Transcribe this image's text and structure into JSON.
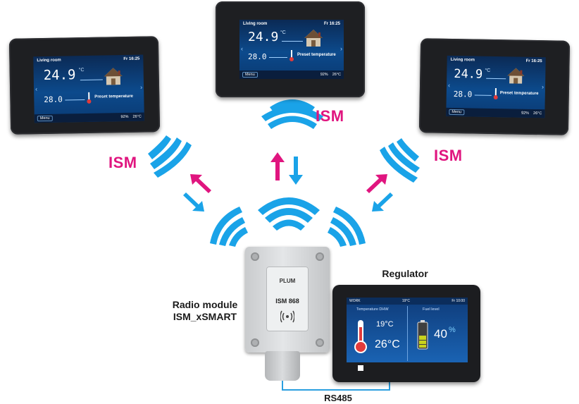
{
  "labels": {
    "ism": "ISM",
    "radio_module_line1": "Radio module",
    "radio_module_line2": "ISM_xSMART",
    "regulator": "Regulator",
    "rs485": "RS485"
  },
  "thermostat": {
    "room": "Living room",
    "time": "Fr 16:25",
    "current_temp": "24.9",
    "deg_unit": "°C",
    "preset_value": "28.0",
    "preset_label": "Preset temperature",
    "menu": "Menu",
    "humidity": "92%",
    "outdoor": "26°C"
  },
  "radio_module": {
    "brand": "PLUM",
    "model": "ISM 868"
  },
  "regulator_screen": {
    "mode": "WORK",
    "outdoor": "19°C",
    "time": "Fr 10:00",
    "dhw_label": "Temperature DHW",
    "fuel_label": "Fuel level",
    "dhw_set": "19°C",
    "dhw_actual": "26°C",
    "fuel_value": "40",
    "fuel_unit": "%"
  },
  "colors": {
    "wave_blue": "#1aa3e8",
    "arrow_magenta": "#e0157f",
    "arrow_blue": "#1aa3e8",
    "cable_blue": "#2b9fe0"
  }
}
